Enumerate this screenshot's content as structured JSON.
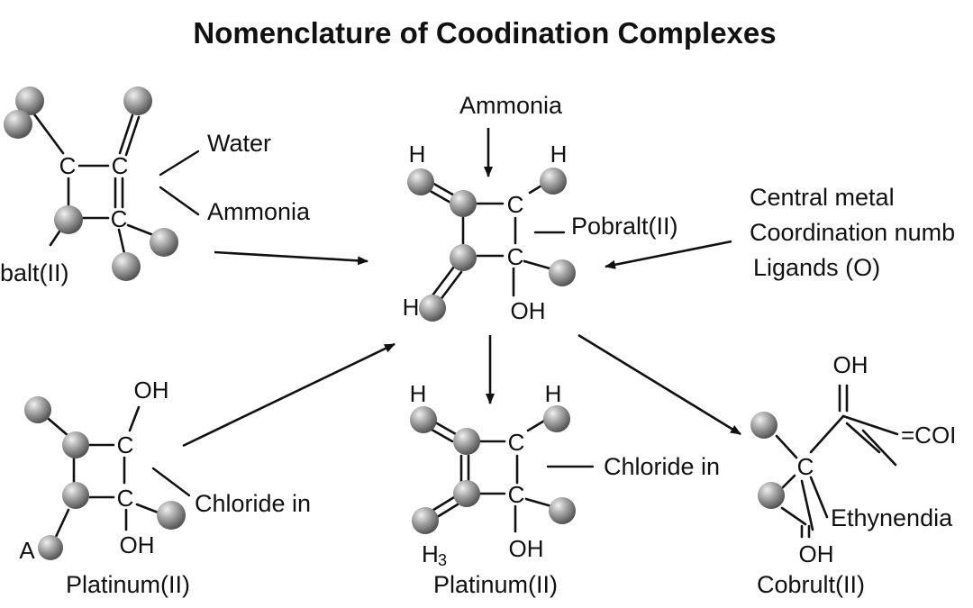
{
  "title": "Nomenclature of Coodination Complexes",
  "colors": {
    "ink": "#111111",
    "sphere_light": "#eeeeee",
    "sphere_mid": "#a6a6a6",
    "sphere_dark": "#555555"
  },
  "top_left": {
    "atoms": [
      "C",
      "C",
      "C"
    ],
    "labels": [
      "Water",
      "Ammonia",
      "balt(II)"
    ]
  },
  "center": {
    "top_label": "Ammonia",
    "atoms": [
      "H",
      "H",
      "C",
      "C",
      "H",
      "OH"
    ],
    "side_label": "Pobralt(II)"
  },
  "top_right": {
    "lines": [
      "Central metal",
      "Coordination numb",
      "Ligands (O)"
    ]
  },
  "bottom_left": {
    "atoms": [
      "OH",
      "C",
      "C",
      "OH",
      "A"
    ],
    "side_label": "Chloride in",
    "name": "Platinum(II)"
  },
  "bottom_center": {
    "atoms": [
      "H",
      "H",
      "C",
      "C",
      "OH",
      "H",
      "3"
    ],
    "side_label": "Chloride in",
    "name": "Platinum(II)"
  },
  "bottom_right": {
    "atoms": [
      "OH",
      "C",
      "OH"
    ],
    "group": "=COI",
    "side_label": "Ethynendia",
    "name": "Cobrult(II)"
  }
}
